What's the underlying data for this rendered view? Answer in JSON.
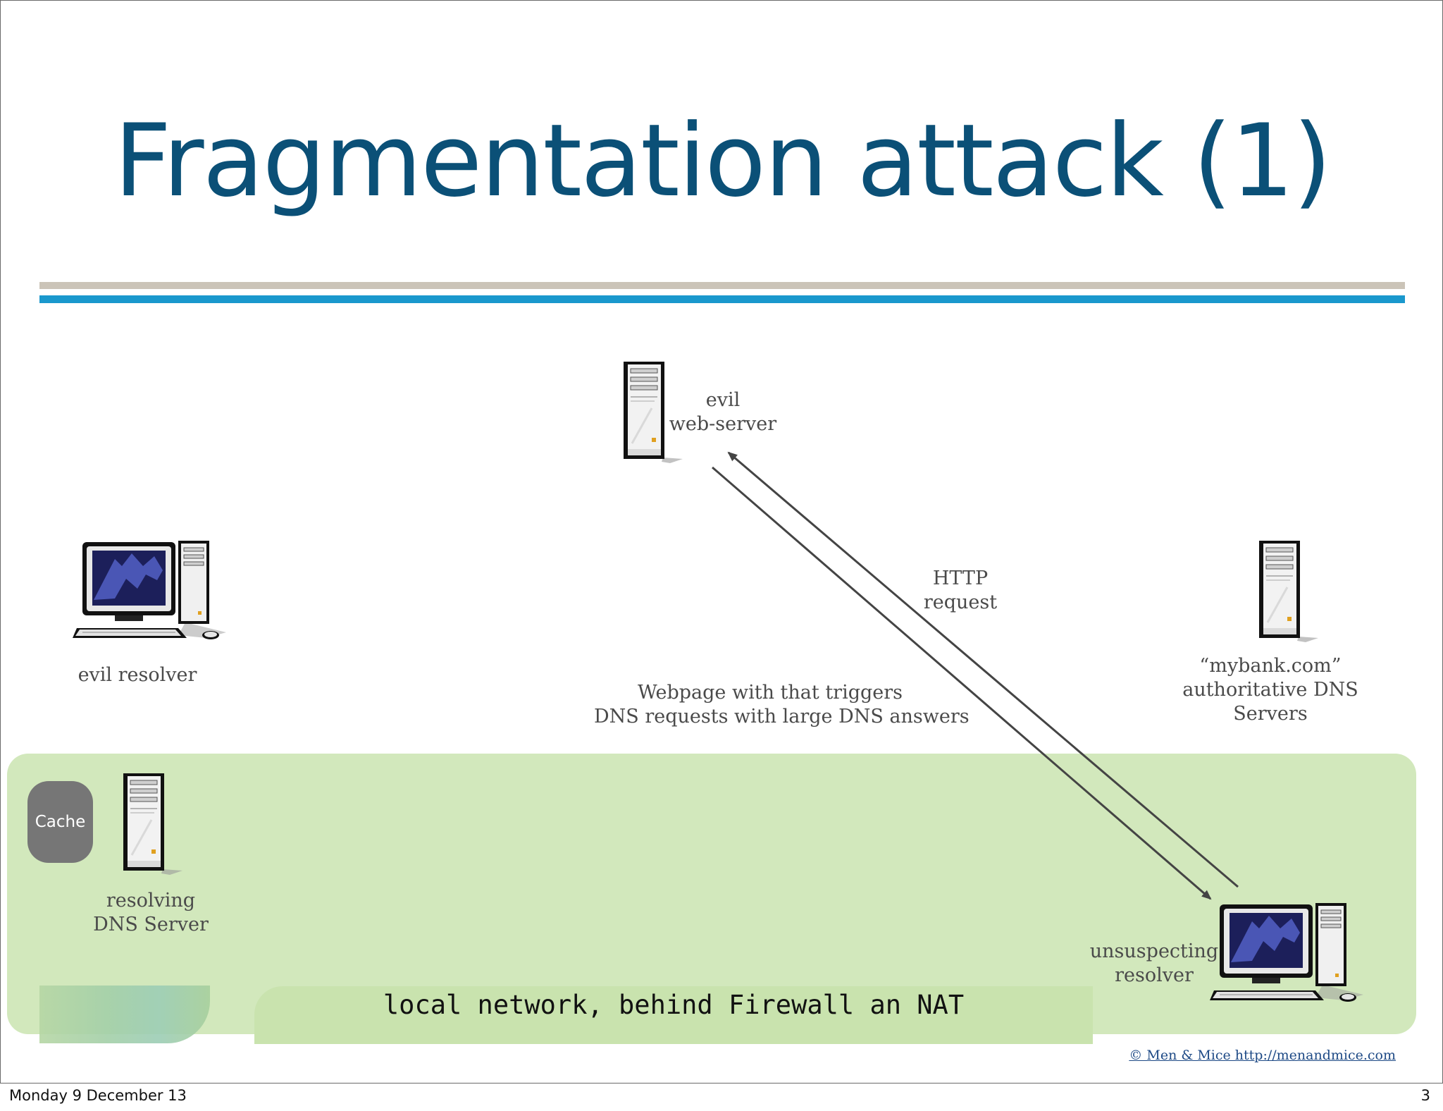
{
  "slide": {
    "title": "Fragmentation attack (1)",
    "copyright": "© Men & Mice  http://menandmice.com"
  },
  "nodes": {
    "evil_web_server": {
      "line1": "evil",
      "line2": "web-server"
    },
    "evil_resolver": {
      "label": "evil resolver"
    },
    "authoritative": {
      "line1": "“mybank.com”",
      "line2": "authoritative DNS",
      "line3": "Servers"
    },
    "resolving_dns": {
      "line1": "resolving",
      "line2": "DNS Server",
      "cache_label": "Cache"
    },
    "unsuspecting": {
      "line1": "unsuspecting",
      "line2": "resolver"
    }
  },
  "edges": {
    "http_request": {
      "line1": "HTTP",
      "line2": "request"
    },
    "webpage": {
      "line1": "Webpage with that triggers",
      "line2": "DNS requests with large DNS answers"
    }
  },
  "zone": {
    "label": "local network, behind Firewall an NAT"
  },
  "footer": {
    "date": "Monday 9 December 13",
    "page": "3"
  },
  "colors": {
    "title": "#0b5077",
    "rule_blue": "#1a98cd",
    "rule_grey": "#cbc4b8",
    "local_network": "#d2e8bc",
    "cache": "#767676",
    "arrow": "#444444"
  },
  "icons": {
    "server": "server-tower-icon",
    "workstation": "desktop-computer-icon"
  }
}
